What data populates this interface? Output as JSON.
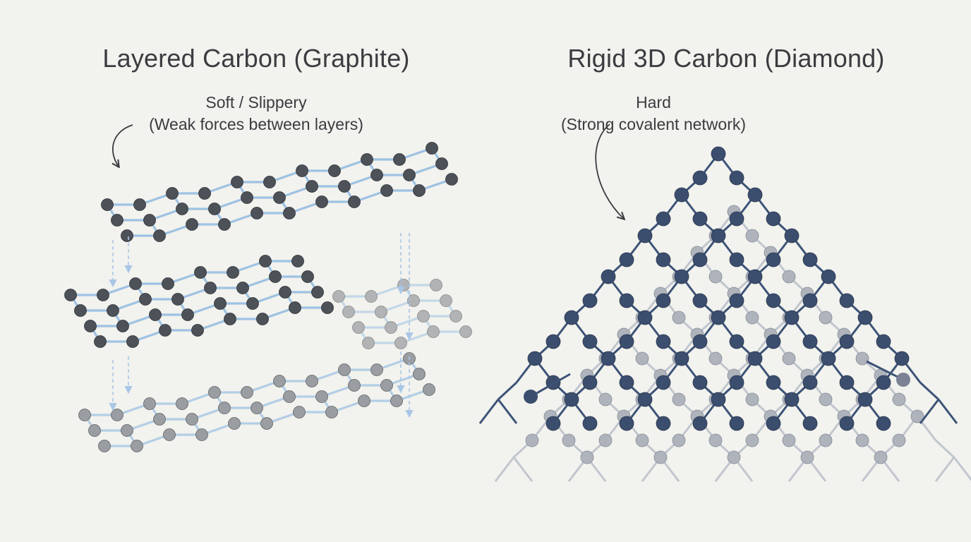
{
  "colors": {
    "background": "#f2f2ee",
    "text": "#3a3c40",
    "graphite_bond": "#9ec2e2",
    "graphite_atom": "#4d5158",
    "graphite_atom_faded": "#7d8188",
    "diamond_bond": "#3c5377",
    "diamond_atom": "#3b4e6e",
    "diamond_back": "#7a8294",
    "arrow": "#a9c6e6"
  },
  "graphite": {
    "title": "Layered Carbon (Graphite)",
    "property": "Soft / Slippery",
    "explanation": "(Weak forces between layers)",
    "layer_count": 3
  },
  "diamond": {
    "title": "Rigid 3D Carbon (Diamond)",
    "property": "Hard",
    "explanation": "(Strong covalent network)"
  },
  "icons": {
    "pointer_left": "curved-arrow-icon",
    "pointer_right": "curved-arrow-icon"
  }
}
